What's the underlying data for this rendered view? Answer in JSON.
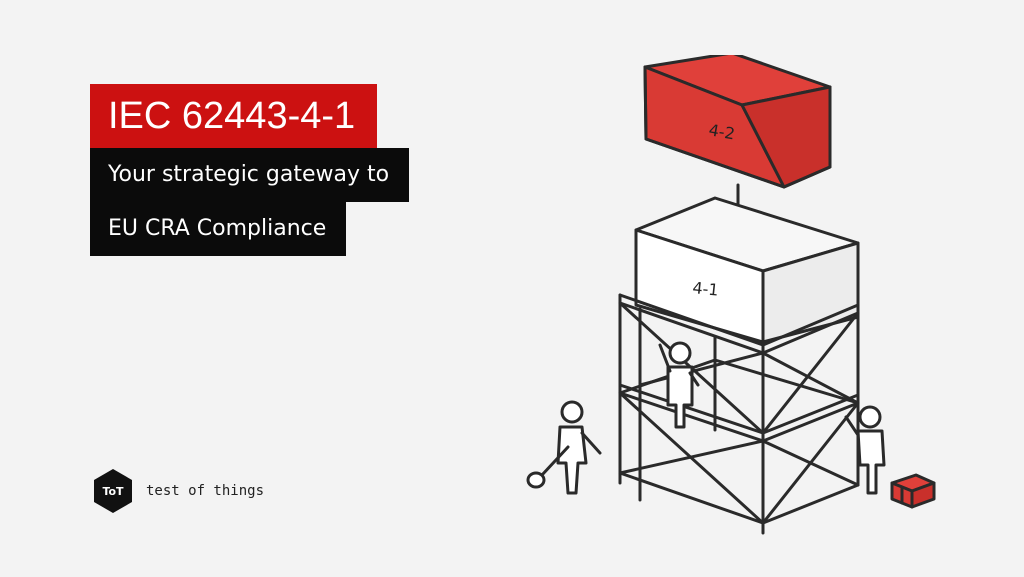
{
  "title": "IEC 62443-4-1",
  "subtitle_lines": [
    "Your strategic gateway to",
    "EU CRA Compliance"
  ],
  "brand": {
    "logo_text": "ToT",
    "name": "test of things"
  },
  "illustration": {
    "top_box_label": "4-2",
    "bottom_box_label": "4-1"
  },
  "colors": {
    "accent": "#cc1111",
    "box_red": "#e0403a",
    "dark": "#0b0b0b",
    "background": "#f3f3f3"
  }
}
